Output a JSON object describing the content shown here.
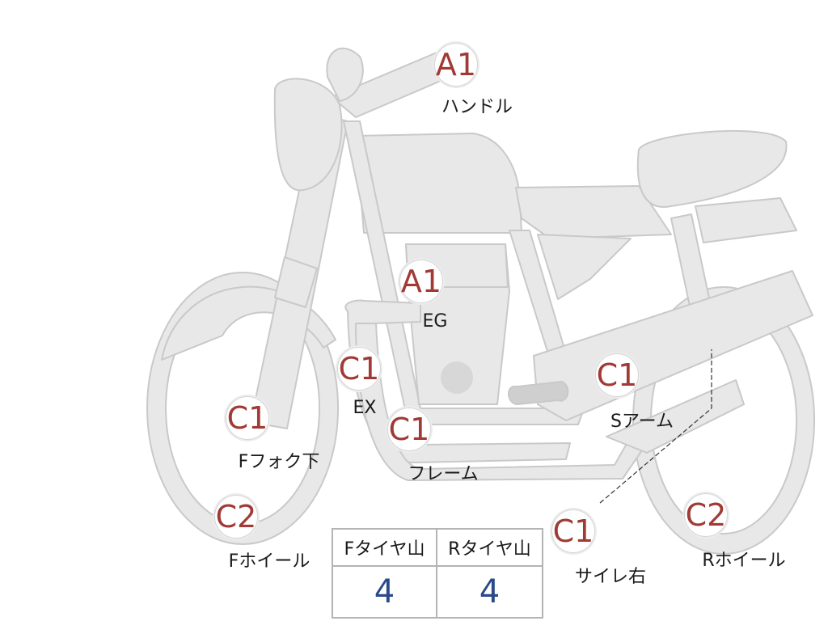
{
  "parts": [
    {
      "id": "handle",
      "grade": "A1",
      "label": "ハンドル"
    },
    {
      "id": "engine",
      "grade": "A1",
      "label": "EG"
    },
    {
      "id": "exhaust",
      "grade": "C1",
      "label": "EX"
    },
    {
      "id": "front-fork-lower",
      "grade": "C1",
      "label": "Fフォク下"
    },
    {
      "id": "frame",
      "grade": "C1",
      "label": "フレーム"
    },
    {
      "id": "swing-arm",
      "grade": "C1",
      "label": "Sアーム"
    },
    {
      "id": "front-wheel",
      "grade": "C2",
      "label": "Fホイール"
    },
    {
      "id": "rear-wheel",
      "grade": "C2",
      "label": "Rホイール"
    },
    {
      "id": "muffler-right",
      "grade": "C1",
      "label": "サイレ右"
    }
  ],
  "tire_tread": {
    "front_header": "Fタイヤ山",
    "rear_header": "Rタイヤ山",
    "front_value": "4",
    "rear_value": "4"
  },
  "colors": {
    "grade_text": "#a13a35",
    "value_text": "#2b4a8a",
    "bike_fill": "#e8e8e8",
    "bike_stroke": "#c9c9c9"
  }
}
